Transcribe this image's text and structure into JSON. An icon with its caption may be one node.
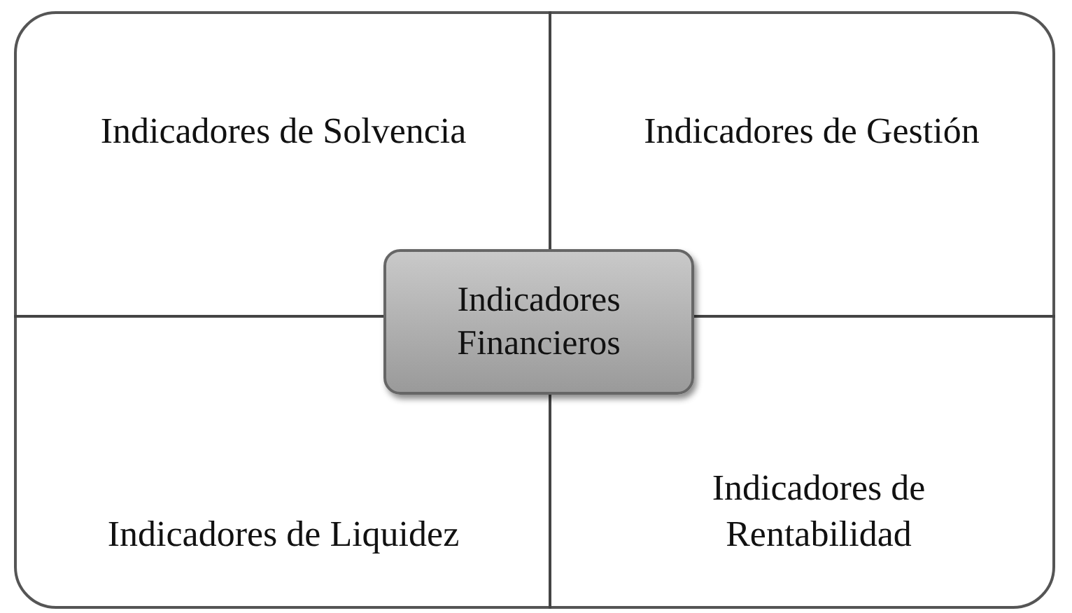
{
  "diagram": {
    "nodes": [
      {
        "text": [],
        "shape": "box"
      },
      {
        "text": [
          "Indicadores Financieros"
        ],
        "in": 0
      }
    ],
    "edges": [
      {
        "from": 1,
        "to": 0,
        "arrow": "none"
      },
      {
        "from": 1,
        "to": 0,
        "arrow": "none"
      },
      {
        "from": 1,
        "to": 0,
        "arrow": "none"
      },
      {
        "from": 1,
        "to": 0,
        "arrow": "none"
      }
    ],
    "labels": [
      "Indicadores de Solvencia",
      "Indicadores de Gestión",
      "Indicadores de Liquidez",
      "Indicadores de Rentabilidad"
    ]
  }
}
